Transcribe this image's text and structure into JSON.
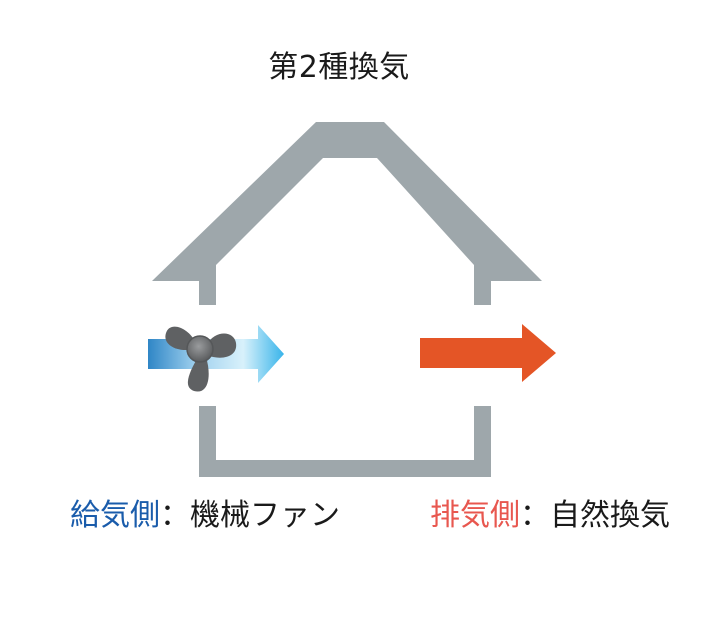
{
  "title": "第2種換気",
  "supply": {
    "term": "給気側",
    "separator": "：",
    "method": "機械ファン"
  },
  "exhaust": {
    "term": "排気側",
    "separator": "：",
    "method": "自然換気"
  },
  "icons": {
    "fan": "fan-icon",
    "supply_arrow": "supply-arrow-icon",
    "exhaust_arrow": "exhaust-arrow-icon"
  },
  "colors": {
    "house": "#9ea7ab",
    "supply_term": "#1a5cab",
    "exhaust_term": "#e8574f",
    "exhaust_arrow": "#e45526",
    "supply_arrow_start": "#2e86c8",
    "supply_arrow_end": "#48b8e8",
    "fan": "#5f6163"
  }
}
